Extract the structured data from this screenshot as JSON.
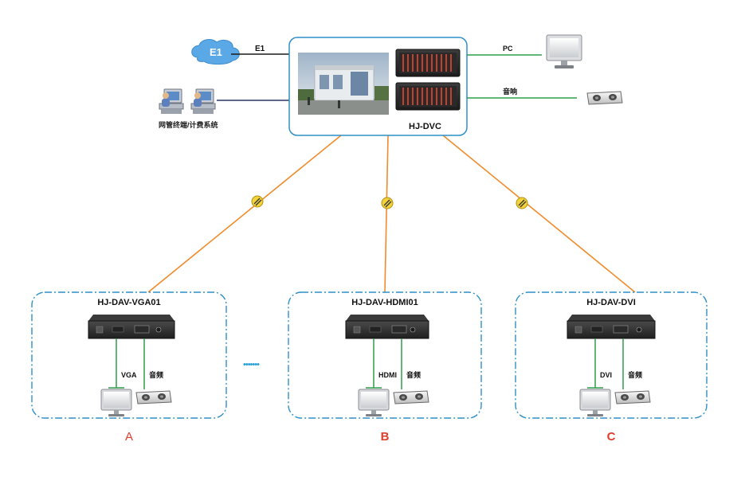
{
  "colors": {
    "fiber": "#f08c2c",
    "green_link": "#2e9e4a",
    "box_border": "#2f8fc8",
    "cloud": "#5aa9e6",
    "label_red": "#e23b2a",
    "dots": "#2aa0d8"
  },
  "center": {
    "model": "HJ-DVC",
    "left_links": {
      "e1_cloud": "E1",
      "e1_line": "E1",
      "nms": "网管终端/计费系统"
    },
    "right_links": {
      "pc": "PC",
      "audio": "音响"
    }
  },
  "sites": [
    {
      "model": "HJ-DAV-VGA01",
      "video_label": "VGA",
      "audio_label": "音频",
      "letter": "A"
    },
    {
      "model": "HJ-DAV-HDMI01",
      "video_label": "HDMI",
      "audio_label": "音频",
      "letter": "B"
    },
    {
      "model": "HJ-DAV-DVI",
      "video_label": "DVI",
      "audio_label": "音频",
      "letter": "C"
    }
  ],
  "ellipsis": "•••••••"
}
